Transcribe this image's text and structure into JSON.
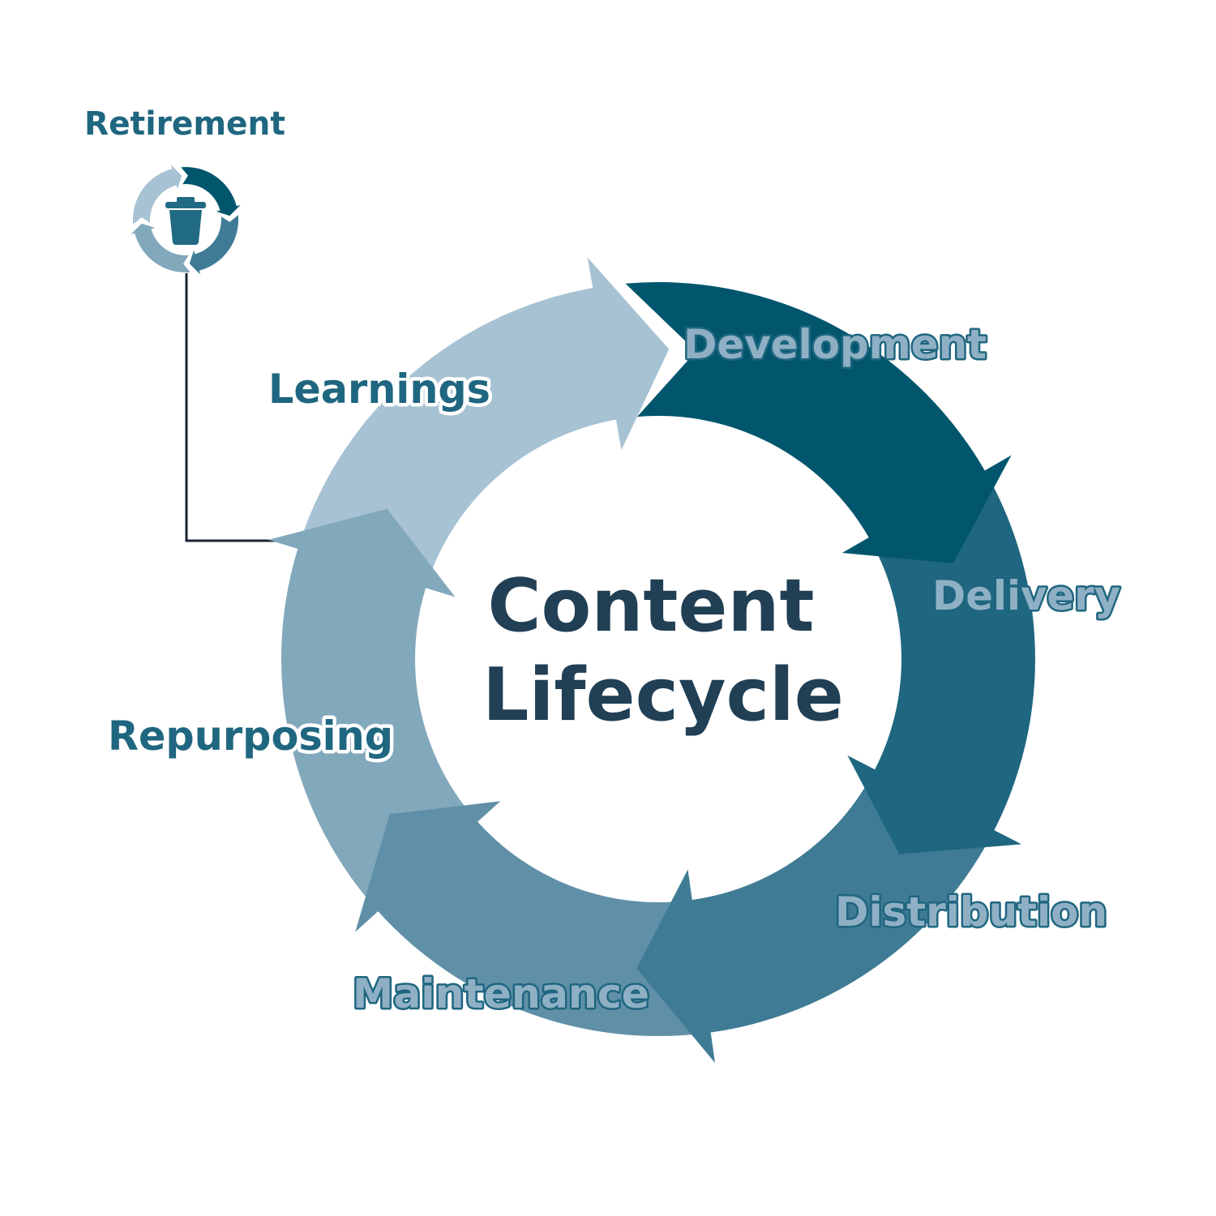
{
  "title": {
    "line1": "Content",
    "line2": "Lifecycle"
  },
  "stages": {
    "development": "Development",
    "delivery": "Delivery",
    "distribution": "Distribution",
    "maintenance": "Maintenance",
    "repurposing": "Repurposing",
    "learnings": "Learnings"
  },
  "retirement": {
    "label": "Retirement",
    "icon": "trash-can-icon"
  },
  "colors": {
    "development": "#01566e",
    "delivery": "#1f6680",
    "distribution": "#3f7b95",
    "maintenance": "#6090a8",
    "repurposing": "#82a8bc",
    "learnings": "#a7c2d2",
    "title_text": "#213f55",
    "label_dark": "#1f6680",
    "label_light_fill": "#8fb0c4",
    "connector": "#1b2535",
    "icon_fill": "#216a84"
  }
}
